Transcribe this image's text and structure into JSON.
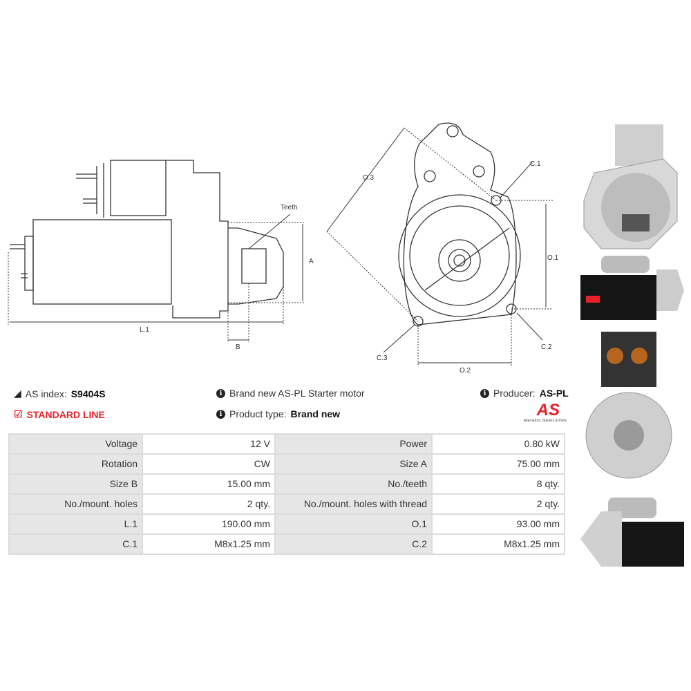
{
  "drawing_labels": {
    "teeth": "Teeth",
    "a": "A",
    "b": "B",
    "l1": "L.1",
    "o3": "O.3",
    "c1": "C.1",
    "o1": "O.1",
    "c2": "C.2",
    "c3": "C.3",
    "o2": "O.2"
  },
  "info": {
    "as_index_label": "AS index:",
    "as_index_value": "S9404S",
    "standard_line": "STANDARD LINE",
    "description": "Brand new AS-PL Starter motor",
    "product_type_label": "Product type:",
    "product_type_value": "Brand new",
    "producer_label": "Producer:",
    "producer_value": "AS-PL",
    "logo_text": "AS",
    "logo_tagline": "Alternators, Starters & Parts"
  },
  "specs": [
    {
      "k1": "Voltage",
      "v1": "12 V",
      "k2": "Power",
      "v2": "0.80 kW"
    },
    {
      "k1": "Rotation",
      "v1": "CW",
      "k2": "Size A",
      "v2": "75.00 mm"
    },
    {
      "k1": "Size B",
      "v1": "15.00 mm",
      "k2": "No./teeth",
      "v2": "8 qty."
    },
    {
      "k1": "No./mount. holes",
      "v1": "2 qty.",
      "k2": "No./mount. holes with thread",
      "v2": "2 qty."
    },
    {
      "k1": "L.1",
      "v1": "190.00 mm",
      "k2": "O.1",
      "v2": "93.00 mm"
    },
    {
      "k1": "C.1",
      "v1": "M8x1.25 mm",
      "k2": "C.2",
      "v2": "M8x1.25 mm"
    }
  ]
}
